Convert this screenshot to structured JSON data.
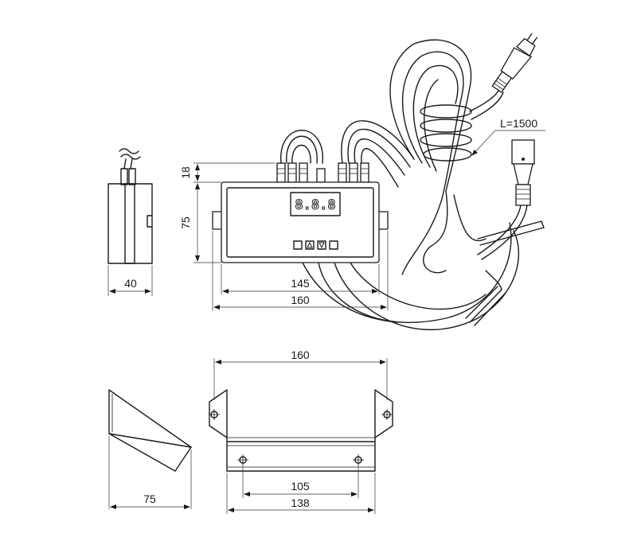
{
  "dimensions": {
    "side_depth": "40",
    "height_top": "18",
    "height_body": "75",
    "width_inner": "145",
    "width_outer": "160",
    "bracket_width": "160",
    "bracket_depth": "75",
    "hole_spacing": "105",
    "bracket_base": "138",
    "cable_length": "L=1500"
  },
  "display": {
    "digits": "8.8.8"
  }
}
